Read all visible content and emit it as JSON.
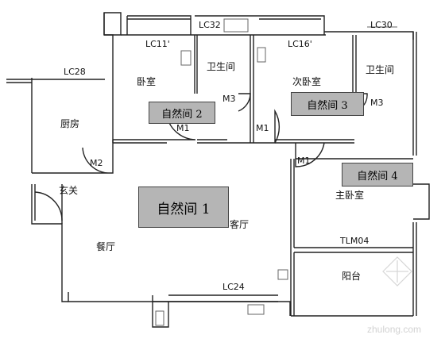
{
  "openings": {
    "lc11": "LC11'",
    "lc32": "LC32",
    "lc16": "LC16'",
    "lc30": "LC30",
    "lc28": "LC28",
    "lc24": "LC24",
    "tlm04": "TLM04"
  },
  "doors": {
    "m1_bedroom": "M1",
    "m1_second": "M1",
    "m1_master": "M1",
    "m2": "M2",
    "m3_left": "M3",
    "m3_right": "M3"
  },
  "rooms": {
    "bedroom": "卧室",
    "bath_left": "卫生间",
    "second_bedroom": "次卧室",
    "bath_right": "卫生间",
    "kitchen": "厨房",
    "entry": "玄关",
    "living": "客厅",
    "dining": "餐厅",
    "master": "主卧室",
    "balcony": "阳台"
  },
  "zones": {
    "z1": "自然间 1",
    "z2": "自然间 2",
    "z3": "自然间 3",
    "z4": "自然间 4"
  },
  "watermark": "zhulong.com",
  "colors": {
    "wall": "#222222",
    "zone_fill": "#b5b5b5",
    "background": "#ffffff"
  }
}
